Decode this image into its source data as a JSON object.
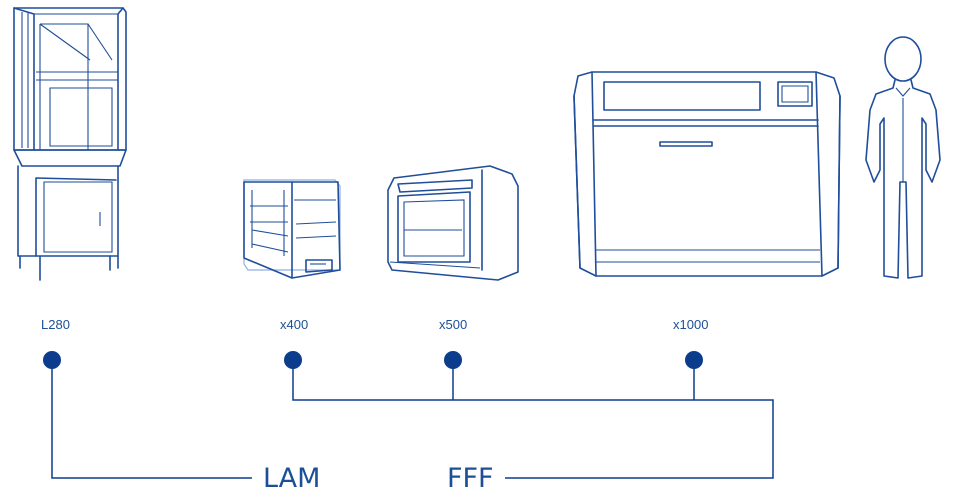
{
  "printers": {
    "l280": {
      "label": "L280"
    },
    "x400": {
      "label": "x400"
    },
    "x500": {
      "label": "x500"
    },
    "x1000": {
      "label": "x1000"
    }
  },
  "groups": {
    "lam": {
      "label": "LAM"
    },
    "fff": {
      "label": "FFF"
    }
  },
  "colors": {
    "outline": "#1f4e9a",
    "node": "#0b3d8c",
    "label": "#1d4f96"
  }
}
